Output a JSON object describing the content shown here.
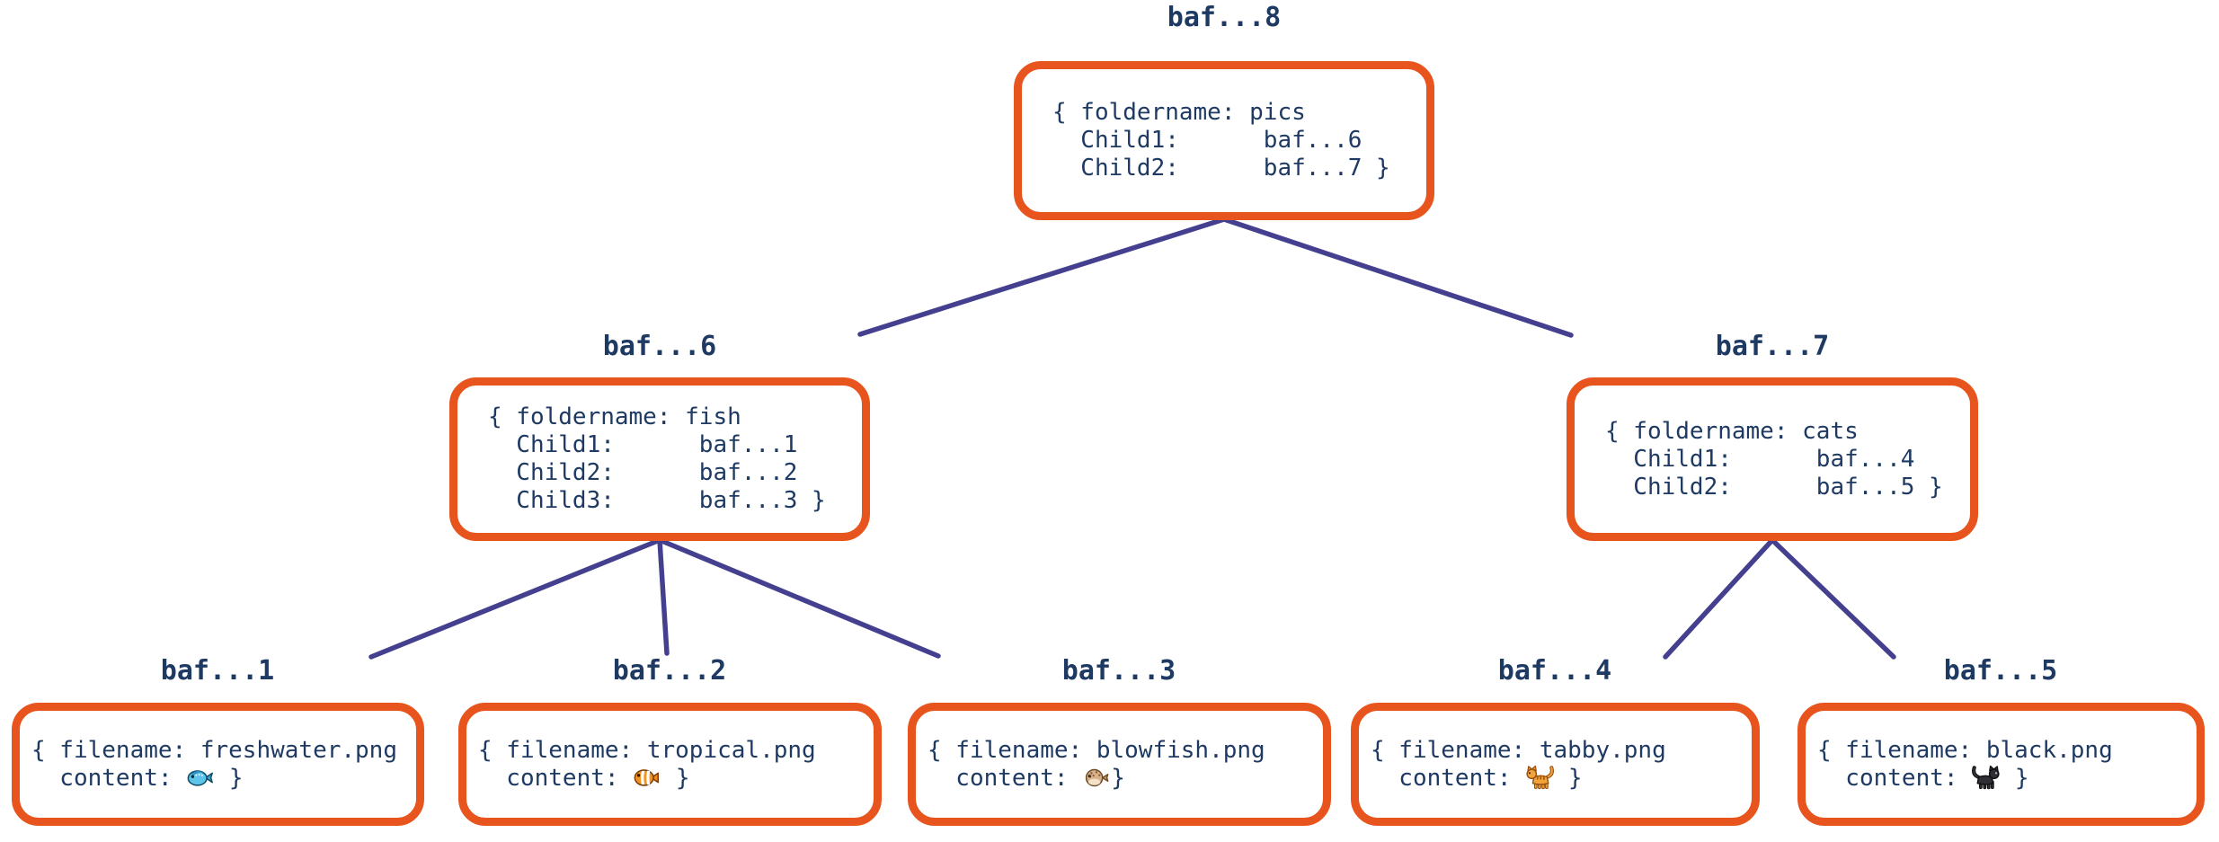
{
  "diagram": {
    "kind": "merkle-dag-file-tree",
    "colors": {
      "node_border": "#E8541D",
      "text": "#1E3A63",
      "edge": "#44408F",
      "background": "#FFFFFF"
    },
    "nodes": {
      "root": {
        "cid": "baf...8",
        "lines": [
          "{ foldername: pics",
          "  Child1:      baf...6",
          "  Child2:      baf...7 }"
        ]
      },
      "fish_folder": {
        "cid": "baf...6",
        "lines": [
          "{ foldername: fish",
          "  Child1:      baf...1",
          "  Child2:      baf...2",
          "  Child3:      baf...3 }"
        ]
      },
      "cats_folder": {
        "cid": "baf...7",
        "lines": [
          "{ foldername: cats",
          "  Child1:      baf...4",
          "  Child2:      baf...5 }"
        ]
      },
      "leaf1": {
        "cid": "baf...1",
        "line1": "{ filename: freshwater.png",
        "content_prefix": "  content: ",
        "content_icon": "freshwater-fish",
        "content_suffix": " }"
      },
      "leaf2": {
        "cid": "baf...2",
        "line1": "{ filename: tropical.png",
        "content_prefix": "  content: ",
        "content_icon": "tropical-fish",
        "content_suffix": " }"
      },
      "leaf3": {
        "cid": "baf...3",
        "line1": "{ filename: blowfish.png",
        "content_prefix": "  content: ",
        "content_icon": "blowfish",
        "content_suffix": "}"
      },
      "leaf4": {
        "cid": "baf...4",
        "line1": "{ filename: tabby.png",
        "content_prefix": "  content: ",
        "content_icon": "tabby-cat",
        "content_suffix": " }"
      },
      "leaf5": {
        "cid": "baf...5",
        "line1": "{ filename: black.png",
        "content_prefix": "  content: ",
        "content_icon": "black-cat",
        "content_suffix": " }"
      }
    },
    "edges": [
      {
        "from": "baf...8",
        "to": "baf...6"
      },
      {
        "from": "baf...8",
        "to": "baf...7"
      },
      {
        "from": "baf...6",
        "to": "baf...1"
      },
      {
        "from": "baf...6",
        "to": "baf...2"
      },
      {
        "from": "baf...6",
        "to": "baf...3"
      },
      {
        "from": "baf...7",
        "to": "baf...4"
      },
      {
        "from": "baf...7",
        "to": "baf...5"
      }
    ]
  }
}
